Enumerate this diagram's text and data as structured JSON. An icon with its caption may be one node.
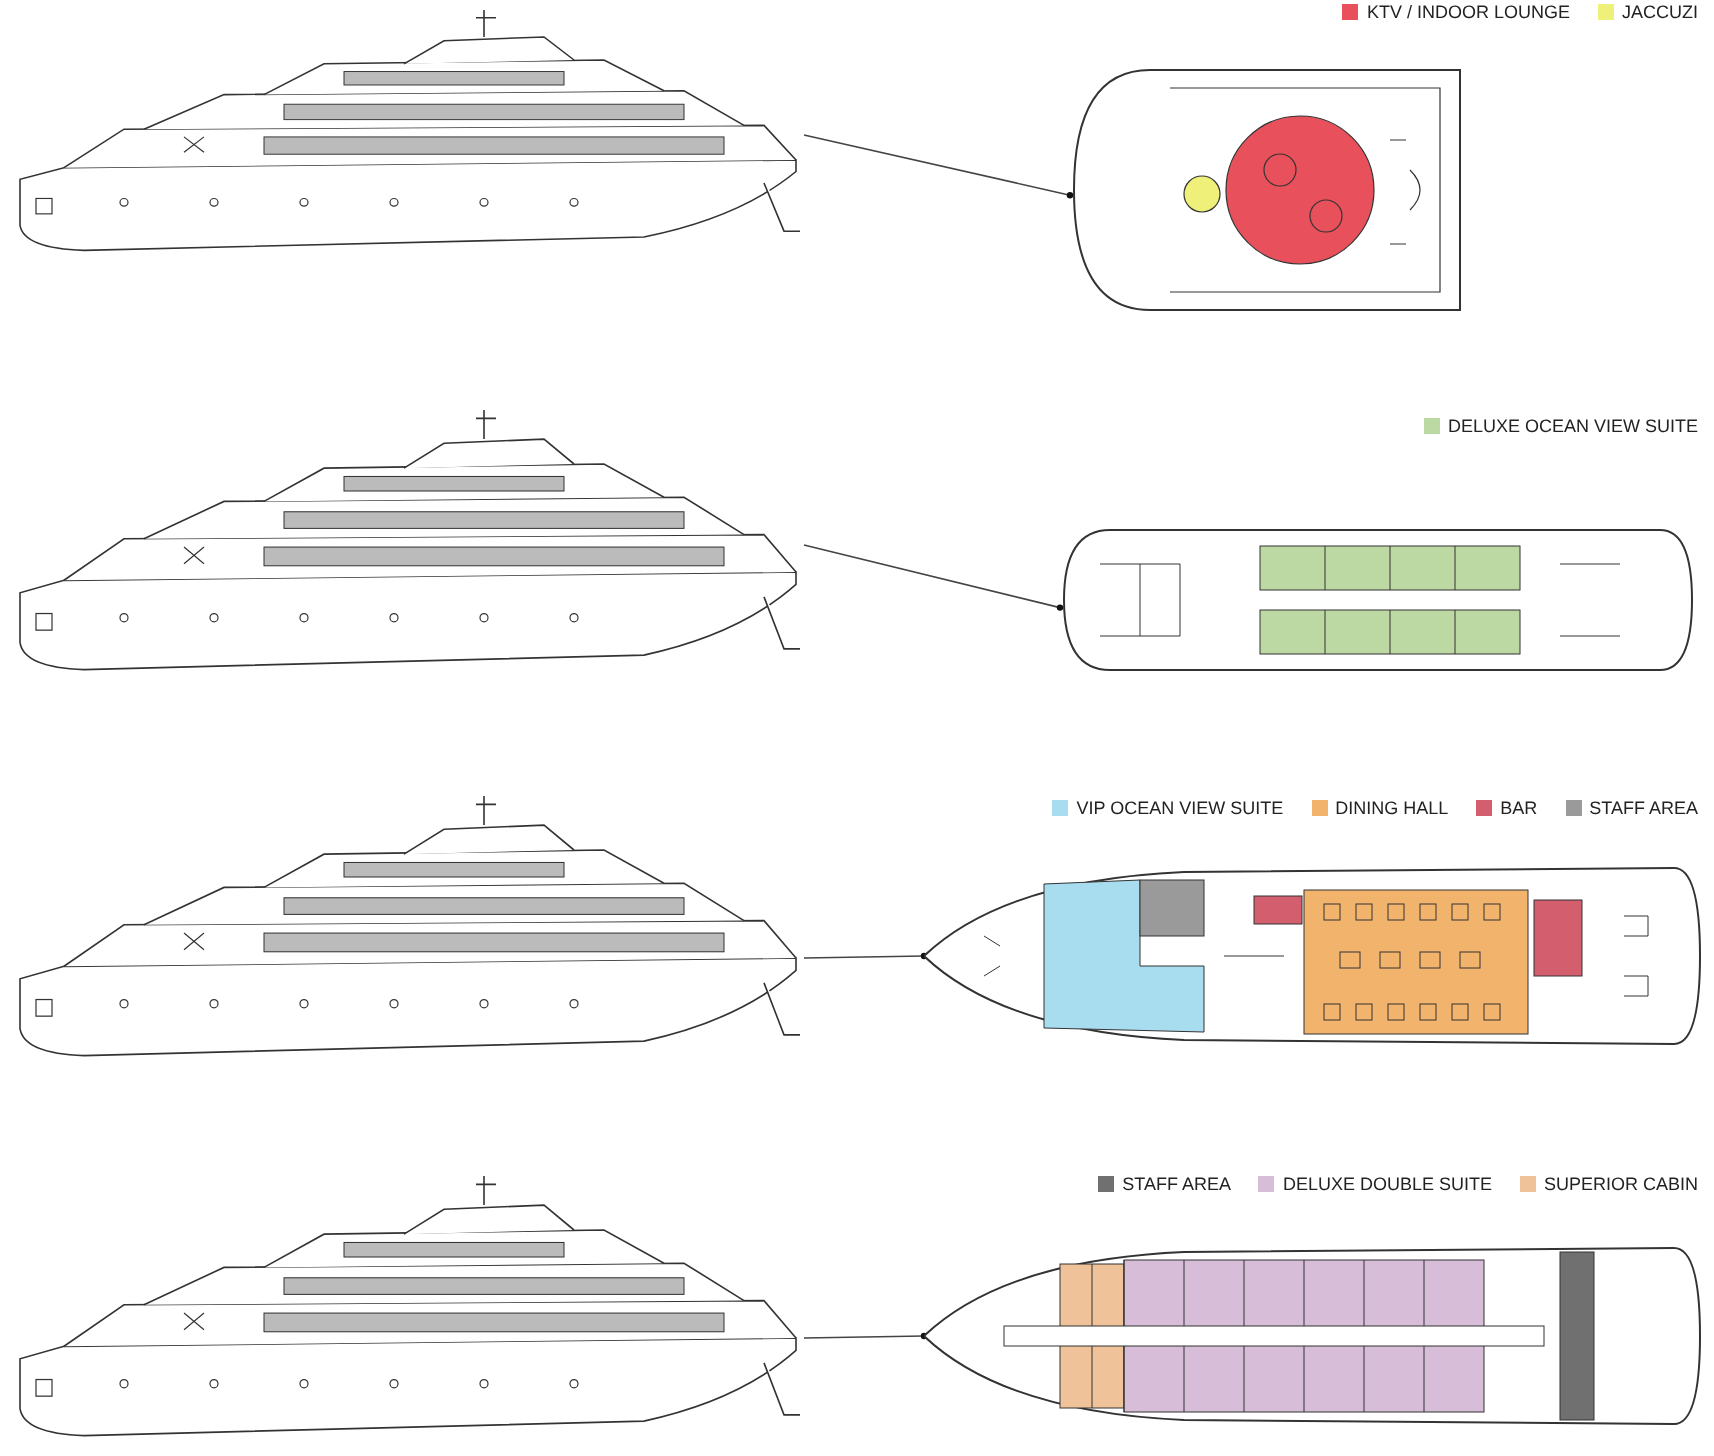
{
  "diagram": {
    "nodes": [
      {
        "text": [],
        "shape": "picture"
      },
      {
        "text": [],
        "shape": "picture"
      },
      {
        "text": [],
        "shape": "picture"
      },
      {
        "text": [],
        "shape": "picture"
      },
      {
        "text": [],
        "shape": "picture"
      },
      {
        "text": [],
        "shape": "picture"
      },
      {
        "text": [],
        "shape": "picture"
      },
      {
        "text": [],
        "shape": "picture"
      }
    ],
    "edges": [
      {
        "from": 0,
        "to": 1,
        "arrow": "other"
      },
      {
        "from": 2,
        "to": 3,
        "arrow": "other"
      },
      {
        "from": 4,
        "to": 5,
        "arrow": "other"
      },
      {
        "from": 6,
        "to": 7,
        "arrow": "other"
      }
    ],
    "legend": [
      {
        "text": "KTV / INDOOR LOUNGE",
        "color": "#e8505b"
      },
      {
        "text": "JACCUZI",
        "color": "#eef07a"
      },
      {
        "text": "DELUXE OCEAN VIEW SUITE",
        "color": "#bcd9a4"
      },
      {
        "text": "VIP OCEAN VIEW SUITE",
        "color": "#a8dcef"
      },
      {
        "text": "DINING HALL",
        "color": "#f2b36c"
      },
      {
        "text": "BAR",
        "color": "#d35f6e"
      },
      {
        "text": "STAFF AREA",
        "color": "#9a9a9a"
      },
      {
        "text": "STAFF AREA",
        "color": "#707070"
      },
      {
        "text": "DELUXE DOUBLE SUITE",
        "color": "#d8bdd8"
      },
      {
        "text": "SUPERIOR CABIN",
        "color": "#efc29a"
      }
    ]
  }
}
